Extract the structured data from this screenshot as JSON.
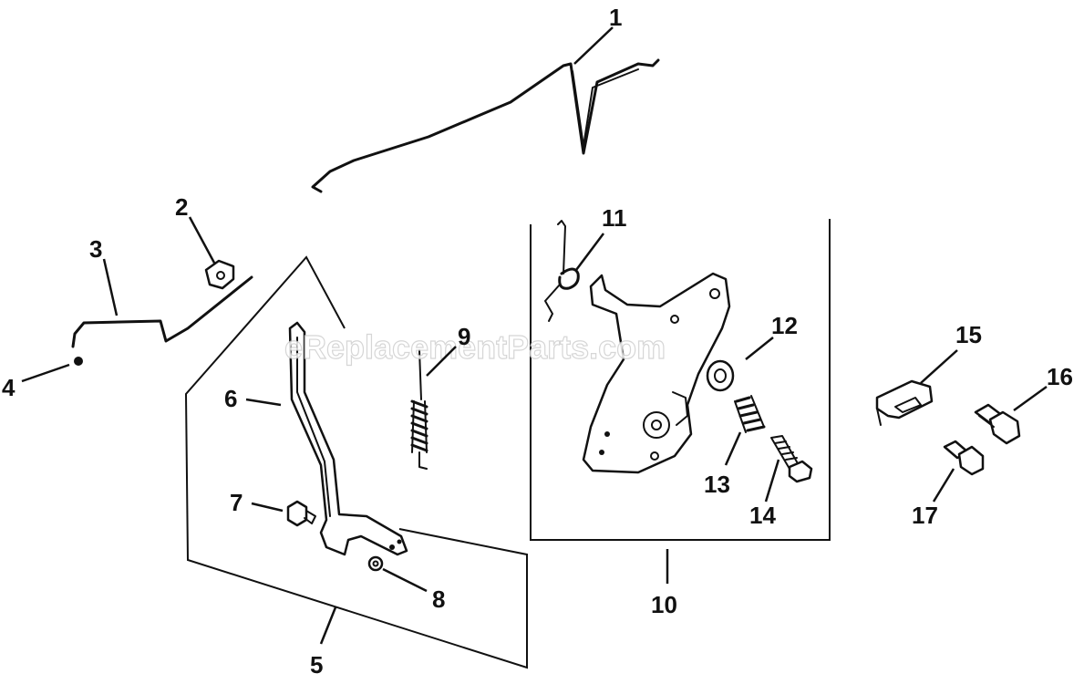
{
  "watermark": "eReplacementParts.com",
  "callouts": [
    "1",
    "2",
    "3",
    "4",
    "5",
    "6",
    "7",
    "8",
    "9",
    "10",
    "11",
    "12",
    "13",
    "14",
    "15",
    "16",
    "17"
  ]
}
